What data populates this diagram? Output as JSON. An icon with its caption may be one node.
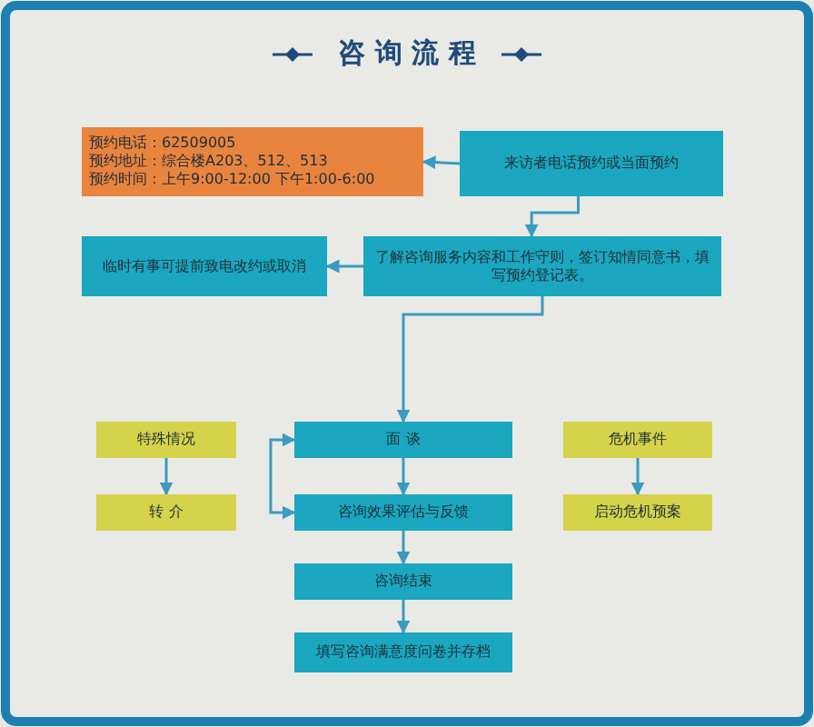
{
  "diagram": {
    "title": "咨 询 流 程",
    "nodes": [
      {
        "text": [
          "预约电话：62509005",
          "预约地址：综合楼A203、512、513",
          "预约时间：上午9:00-12:00 下午1:00-6:00"
        ]
      },
      {
        "text": [
          "来访者电话预约或当面预约"
        ]
      },
      {
        "text": [
          "了解咨询服务内容和工作守则，签订知情同意书，填写预约登记表。"
        ]
      },
      {
        "text": [
          "临时有事可提前致电改约或取消"
        ]
      },
      {
        "text": [
          "特殊情况"
        ]
      },
      {
        "text": [
          "面 谈"
        ]
      },
      {
        "text": [
          "危机事件"
        ]
      },
      {
        "text": [
          "转 介"
        ]
      },
      {
        "text": [
          "咨询效果评估与反馈"
        ]
      },
      {
        "text": [
          "启动危机预案"
        ]
      },
      {
        "text": [
          "咨询结束"
        ]
      },
      {
        "text": [
          "填写咨询满意度问卷并存档"
        ]
      }
    ],
    "edges": [
      {
        "from": 1,
        "to": 0,
        "arrow": "to"
      },
      {
        "from": 1,
        "to": 2,
        "arrow": "to"
      },
      {
        "from": 2,
        "to": 3,
        "arrow": "to"
      },
      {
        "from": 2,
        "to": 5,
        "arrow": "to"
      },
      {
        "from": 4,
        "to": 7,
        "arrow": "to"
      },
      {
        "from": 6,
        "to": 9,
        "arrow": "to"
      },
      {
        "from": 5,
        "to": 8,
        "arrow": "to"
      },
      {
        "from": 8,
        "to": 5,
        "arrow": "both"
      },
      {
        "from": 8,
        "to": 10,
        "arrow": "to"
      },
      {
        "from": 10,
        "to": 11,
        "arrow": "to"
      }
    ]
  }
}
